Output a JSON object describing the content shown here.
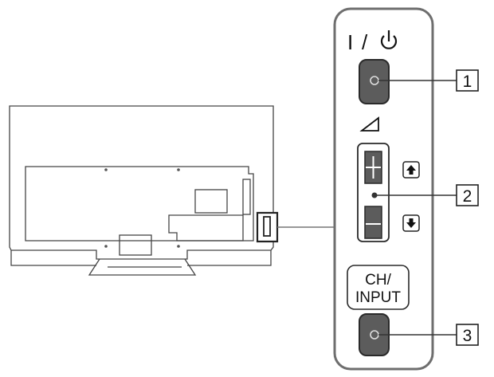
{
  "panel": {
    "power_label_bar": "I",
    "power_label_slash": "/",
    "ch_input_line1": "CH/",
    "ch_input_line2": "INPUT"
  },
  "callouts": [
    {
      "number": "1"
    },
    {
      "number": "2"
    },
    {
      "number": "3"
    }
  ],
  "icons": {
    "power": "power-icon",
    "volume": "volume-ramp-icon",
    "up": "arrow-up-icon",
    "down": "arrow-down-icon"
  },
  "colors": {
    "outline": "#2a2a2a",
    "panel_stroke": "#6e6e6e",
    "button_fill": "#5c5c5c",
    "tv_line": "#444444",
    "leader_gray": "#9a9a9a"
  }
}
